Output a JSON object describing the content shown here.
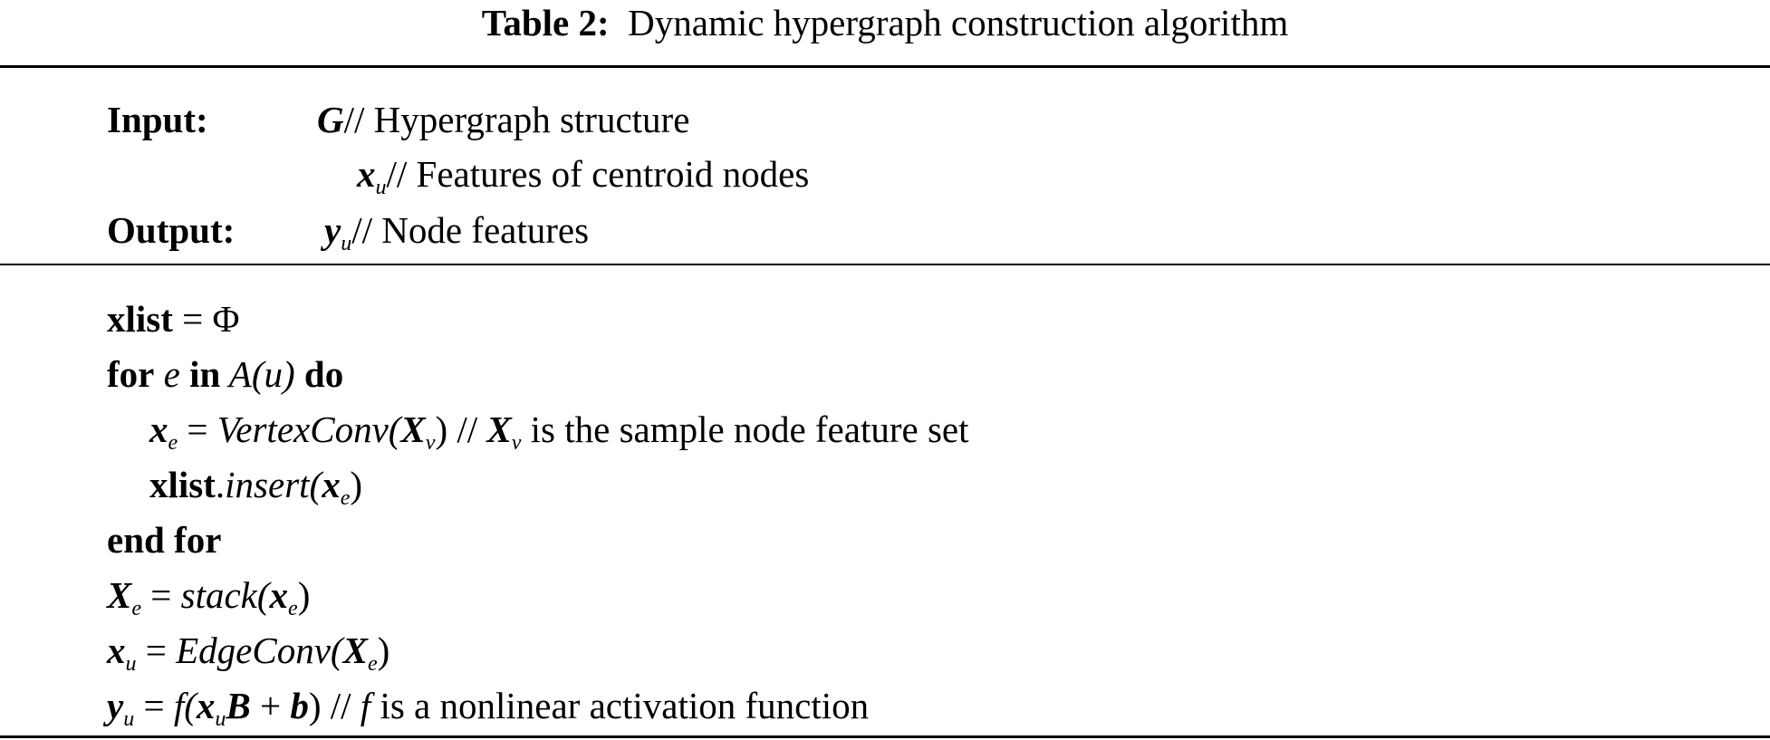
{
  "caption": {
    "label": "Table 2:",
    "title": "Dynamic hypergraph construction algorithm"
  },
  "io": {
    "input_label": "Input:",
    "input_items": [
      {
        "var": "G",
        "sub": "",
        "comment": "// Hypergraph structure"
      },
      {
        "var": "x",
        "sub": "u",
        "comment": "// Features of centroid nodes"
      }
    ],
    "output_label": "Output:",
    "output_items": [
      {
        "var": "y",
        "sub": "u",
        "comment": "// Node features"
      }
    ]
  },
  "algorithm": {
    "l1": {
      "kw": "xlist",
      "eq": " = Φ"
    },
    "l2": {
      "kw1": "for",
      "var": " e ",
      "kw2": "in",
      "fn": " A(u) ",
      "kw3": "do"
    },
    "l3": {
      "lhs": "x",
      "lhs_sub": "e",
      "eq": " = ",
      "fn": "VertexConv(",
      "arg": "X",
      "arg_sub": "v",
      "close": ") // ",
      "c_var": "X",
      "c_sub": "v",
      "comment": " is the sample node feature set"
    },
    "l4": {
      "kw": "xlist",
      "dot": ".",
      "fn": "insert(",
      "arg": "x",
      "arg_sub": "e",
      "close": ")"
    },
    "l5": {
      "kw": "end for"
    },
    "l6": {
      "lhs": "X",
      "lhs_sub": "e",
      "eq": " = ",
      "fn": "stack(",
      "arg": "x",
      "arg_sub": "e",
      "close": ")"
    },
    "l7": {
      "lhs": "x",
      "lhs_sub": "u",
      "eq": " = ",
      "fn": "EdgeConv(",
      "arg": "X",
      "arg_sub": "e",
      "close": ")"
    },
    "l8": {
      "lhs": "y",
      "lhs_sub": "u",
      "eq": " = ",
      "fn": "f(",
      "a1": "x",
      "a1_sub": "u",
      "a2": "B",
      "plus": " + ",
      "a3": "b",
      "close": ") // ",
      "c_var": "f",
      "comment": " is a nonlinear activation function"
    }
  }
}
